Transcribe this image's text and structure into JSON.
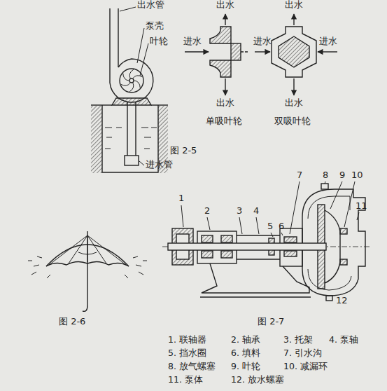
{
  "diagram": {
    "labels": [
      "出水管",
      "泵壳",
      "叶轮",
      "进水管",
      "出水",
      "出水",
      "进水",
      "进水",
      "进水",
      "出水",
      "出水",
      "单吸叶轮",
      "双吸叶轮",
      "图 2-5",
      "图 2-6",
      "1",
      "2",
      "3",
      "4",
      "5",
      "6",
      "7",
      "8",
      "9",
      "10",
      "11",
      "12",
      "图 2-7",
      "1. 联轴器",
      "2. 轴承",
      "3. 托架",
      "4. 泵轴",
      "5. 挡水圈",
      "6. 填料",
      "7. 引水沟",
      "8. 放气螺塞",
      "9. 叶轮",
      "10. 减漏环",
      "11. 泵体",
      "12. 放水螺塞"
    ]
  }
}
